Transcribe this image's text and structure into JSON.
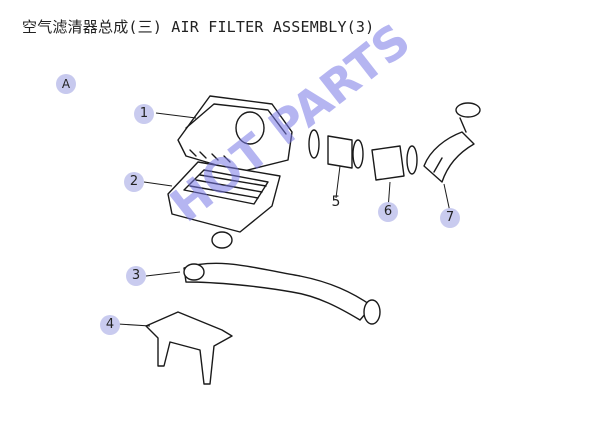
{
  "header": {
    "title": "空气滤清器总成(三) AIR FILTER ASSEMBLY(3)"
  },
  "section": {
    "label": "A"
  },
  "callouts": [
    "1",
    "2",
    "3",
    "4",
    "5",
    "6",
    "7"
  ],
  "watermark": {
    "text": "HOT PARTS",
    "color": "#7878e6"
  },
  "colors": {
    "badge": "#c9cbef",
    "line": "#1a1a1a"
  }
}
